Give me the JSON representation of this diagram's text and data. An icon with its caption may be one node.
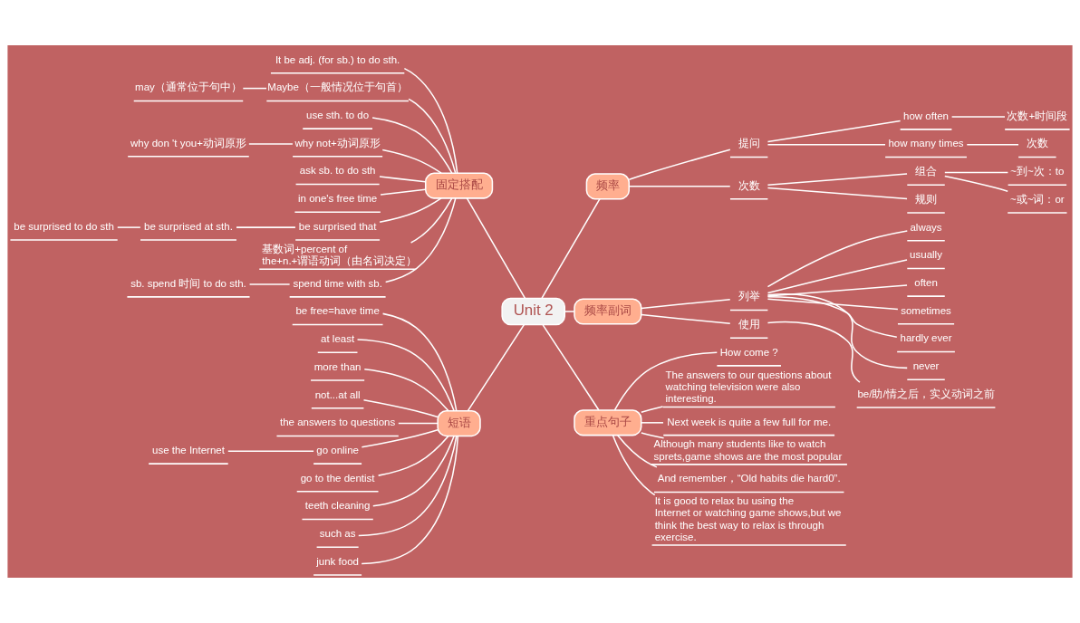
{
  "diagram": {
    "nodes": [
      {
        "text": [
          "Unit 2"
        ]
      },
      {
        "text": [
          "频率"
        ]
      },
      {
        "text": [
          "提问"
        ]
      },
      {
        "text": [
          "how often"
        ]
      },
      {
        "text": [
          "次数+时间段"
        ]
      },
      {
        "text": [
          "how many times"
        ]
      },
      {
        "text": [
          "次数"
        ]
      },
      {
        "text": [
          "次数"
        ]
      },
      {
        "text": [
          "组合"
        ]
      },
      {
        "text": [
          "~到~次：to"
        ]
      },
      {
        "text": [
          "~或~词：or"
        ]
      },
      {
        "text": [
          "规则"
        ]
      },
      {
        "text": [
          "频率副词"
        ]
      },
      {
        "text": [
          "列举"
        ]
      },
      {
        "text": [
          "always"
        ]
      },
      {
        "text": [
          "usually"
        ]
      },
      {
        "text": [
          "often"
        ]
      },
      {
        "text": [
          "sometimes"
        ]
      },
      {
        "text": [
          "hardly ever"
        ]
      },
      {
        "text": [
          "never"
        ]
      },
      {
        "text": [
          "使用"
        ]
      },
      {
        "text": [
          "be/助/情之后，实义动词之前"
        ]
      },
      {
        "text": [
          "重点句子"
        ]
      },
      {
        "text": [
          "How come ?"
        ]
      },
      {
        "text": [
          "The answers to our questions about watching television were also interesting."
        ]
      },
      {
        "text": [
          "Next week is quite a few full for me."
        ]
      },
      {
        "text": [
          "Although many students like to watch sprets,game shows are the most popular"
        ]
      },
      {
        "text": [
          "And remember，“Old habits die hard0”."
        ]
      },
      {
        "text": [
          "It is good to relax bu using the Internet or watching game shows,but we think the best way to relax is through exercise."
        ]
      },
      {
        "text": [
          "固定搭配"
        ]
      },
      {
        "text": [
          "It be adj. (for sb.) to do sth."
        ]
      },
      {
        "text": [
          "Maybe（一般情况位于句首）"
        ]
      },
      {
        "text": [
          "may（通常位于句中）"
        ]
      },
      {
        "text": [
          "use sth. to do"
        ]
      },
      {
        "text": [
          "why not+动词原形"
        ]
      },
      {
        "text": [
          "why don 't you+动词原形"
        ]
      },
      {
        "text": [
          "ask sb. to do sth"
        ]
      },
      {
        "text": [
          "in one's free time"
        ]
      },
      {
        "text": [
          "be surprised that"
        ]
      },
      {
        "text": [
          "be surprised at sth."
        ]
      },
      {
        "text": [
          "be surprised to do sth"
        ]
      },
      {
        "text": [
          "基数词+percent of the+n.+谓语动词（由名词决定）"
        ]
      },
      {
        "text": [
          "spend time with sb."
        ]
      },
      {
        "text": [
          "sb. spend 时间 to do sth."
        ]
      },
      {
        "text": [
          "短语"
        ]
      },
      {
        "text": [
          "be free=have time"
        ]
      },
      {
        "text": [
          "at least"
        ]
      },
      {
        "text": [
          "more than"
        ]
      },
      {
        "text": [
          "not...at all"
        ]
      },
      {
        "text": [
          "the answers to questions"
        ]
      },
      {
        "text": [
          "go online"
        ]
      },
      {
        "text": [
          "use the Internet"
        ]
      },
      {
        "text": [
          "go to the dentist"
        ]
      },
      {
        "text": [
          "teeth cleaning"
        ]
      },
      {
        "text": [
          "such as"
        ]
      },
      {
        "text": [
          "junk food"
        ]
      }
    ],
    "edges": [
      {
        "from": 0,
        "to": 1,
        "arrow": "none"
      },
      {
        "from": 1,
        "to": 2,
        "arrow": "none"
      },
      {
        "from": 2,
        "to": 3,
        "arrow": "none"
      },
      {
        "from": 3,
        "to": 4,
        "arrow": "none"
      },
      {
        "from": 2,
        "to": 5,
        "arrow": "none"
      },
      {
        "from": 5,
        "to": 6,
        "arrow": "none"
      },
      {
        "from": 1,
        "to": 7,
        "arrow": "none"
      },
      {
        "from": 7,
        "to": 8,
        "arrow": "none"
      },
      {
        "from": 8,
        "to": 9,
        "arrow": "none"
      },
      {
        "from": 8,
        "to": 10,
        "arrow": "none"
      },
      {
        "from": 7,
        "to": 11,
        "arrow": "none"
      },
      {
        "from": 0,
        "to": 12,
        "arrow": "none"
      },
      {
        "from": 12,
        "to": 13,
        "arrow": "none"
      },
      {
        "from": 13,
        "to": 14,
        "arrow": "none"
      },
      {
        "from": 13,
        "to": 15,
        "arrow": "none"
      },
      {
        "from": 13,
        "to": 16,
        "arrow": "none"
      },
      {
        "from": 13,
        "to": 17,
        "arrow": "none"
      },
      {
        "from": 13,
        "to": 18,
        "arrow": "none"
      },
      {
        "from": 13,
        "to": 19,
        "arrow": "none"
      },
      {
        "from": 12,
        "to": 20,
        "arrow": "none"
      },
      {
        "from": 20,
        "to": 21,
        "arrow": "none"
      },
      {
        "from": 0,
        "to": 22,
        "arrow": "none"
      },
      {
        "from": 22,
        "to": 23,
        "arrow": "none"
      },
      {
        "from": 22,
        "to": 24,
        "arrow": "none"
      },
      {
        "from": 22,
        "to": 25,
        "arrow": "none"
      },
      {
        "from": 22,
        "to": 26,
        "arrow": "none"
      },
      {
        "from": 22,
        "to": 27,
        "arrow": "none"
      },
      {
        "from": 22,
        "to": 28,
        "arrow": "none"
      },
      {
        "from": 29,
        "to": 0,
        "arrow": "none"
      },
      {
        "from": 30,
        "to": 29,
        "arrow": "none"
      },
      {
        "from": 31,
        "to": 29,
        "arrow": "none"
      },
      {
        "from": 32,
        "to": 31,
        "arrow": "none"
      },
      {
        "from": 33,
        "to": 29,
        "arrow": "none"
      },
      {
        "from": 34,
        "to": 29,
        "arrow": "none"
      },
      {
        "from": 35,
        "to": 34,
        "arrow": "none"
      },
      {
        "from": 36,
        "to": 29,
        "arrow": "none"
      },
      {
        "from": 37,
        "to": 29,
        "arrow": "none"
      },
      {
        "from": 38,
        "to": 29,
        "arrow": "none"
      },
      {
        "from": 39,
        "to": 38,
        "arrow": "none"
      },
      {
        "from": 40,
        "to": 39,
        "arrow": "none"
      },
      {
        "from": 41,
        "to": 29,
        "arrow": "none"
      },
      {
        "from": 42,
        "to": 29,
        "arrow": "none"
      },
      {
        "from": 43,
        "to": 42,
        "arrow": "none"
      },
      {
        "from": 44,
        "to": 0,
        "arrow": "none"
      },
      {
        "from": 45,
        "to": 44,
        "arrow": "none"
      },
      {
        "from": 46,
        "to": 44,
        "arrow": "none"
      },
      {
        "from": 47,
        "to": 44,
        "arrow": "none"
      },
      {
        "from": 48,
        "to": 44,
        "arrow": "none"
      },
      {
        "from": 49,
        "to": 44,
        "arrow": "none"
      },
      {
        "from": 50,
        "to": 44,
        "arrow": "none"
      },
      {
        "from": 51,
        "to": 50,
        "arrow": "none"
      },
      {
        "from": 52,
        "to": 44,
        "arrow": "none"
      },
      {
        "from": 53,
        "to": 44,
        "arrow": "none"
      },
      {
        "from": 54,
        "to": 44,
        "arrow": "none"
      },
      {
        "from": 55,
        "to": 44,
        "arrow": "none"
      }
    ]
  }
}
